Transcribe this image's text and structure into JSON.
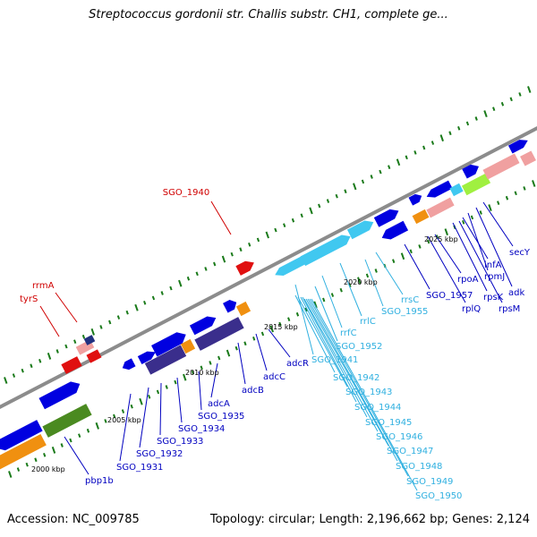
{
  "title": "Streptococcus gordonii str. Challis substr. CH1, complete ge...",
  "footer": {
    "accession": "Accession: NC_009785",
    "topology": "Topology: circular;",
    "length": "Length: 2,196,662 bp;",
    "genes": "Genes: 2,124"
  },
  "colors": {
    "backbone": "#8c8c8c",
    "cds": "#0000e0",
    "cds_dark": "#3a2e8c",
    "rrna": "#40c8f0",
    "trna": "#e01010",
    "orange": "#f09010",
    "olive": "#4a8a20",
    "lime": "#a0f040",
    "pink": "#f0a0a0",
    "red_label": "#d00000",
    "blue_label": "#0000c0",
    "cyan_label": "#30b0e0",
    "kbp_tick": "#1a7a1a"
  },
  "kbp_labels": [
    "2000 kbp",
    "2005 kbp",
    "2010 kbp",
    "2015 kbp",
    "2020 kbp",
    "2025 kbp"
  ],
  "labels_red": [
    "SGO_1940",
    "rrmA",
    "tyrS"
  ],
  "labels_blue": [
    "pbp1b",
    "SGO_1931",
    "SGO_1932",
    "SGO_1933",
    "SGO_1934",
    "SGO_1935",
    "adcA",
    "adcB",
    "adcC",
    "adcR",
    "SGO_1957",
    "rplQ",
    "rpoA",
    "rpsK",
    "rpsM",
    "infA",
    "rpmJ",
    "adk",
    "secY"
  ],
  "labels_cyan": [
    "SGO_1941",
    "SGO_1942",
    "SGO_1943",
    "SGO_1944",
    "SGO_1945",
    "SGO_1946",
    "SGO_1947",
    "SGO_1948",
    "SGO_1949",
    "SGO_1950",
    "SGO_1952",
    "rrfC",
    "rrlC",
    "rrsC",
    "SGO_1955"
  ]
}
